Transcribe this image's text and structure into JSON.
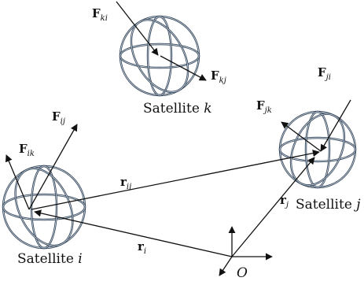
{
  "satellites": {
    "k": {
      "caption_prefix": "Satellite",
      "caption_index": "k"
    },
    "i": {
      "caption_prefix": "Satellite",
      "caption_index": "i"
    },
    "j": {
      "caption_prefix": "Satellite",
      "caption_index": "j"
    }
  },
  "origin_label": "O",
  "vectors": {
    "F_ki": {
      "symbol": "F",
      "sub": "ki"
    },
    "F_kj": {
      "symbol": "F",
      "sub": "kj"
    },
    "F_ij": {
      "symbol": "F",
      "sub": "ij"
    },
    "F_ik": {
      "symbol": "F",
      "sub": "ik"
    },
    "F_jk": {
      "symbol": "F",
      "sub": "jk"
    },
    "F_ji": {
      "symbol": "F",
      "sub": "ji"
    },
    "r_ij": {
      "symbol": "r",
      "sub": "ij"
    },
    "r_j": {
      "symbol": "r",
      "sub": "j"
    },
    "r_i": {
      "symbol": "r",
      "sub": "i"
    }
  },
  "colors": {
    "sphere_stroke": "#2a3b4f",
    "sphere_highlight": "#c9d4df",
    "arrow": "#111111"
  }
}
